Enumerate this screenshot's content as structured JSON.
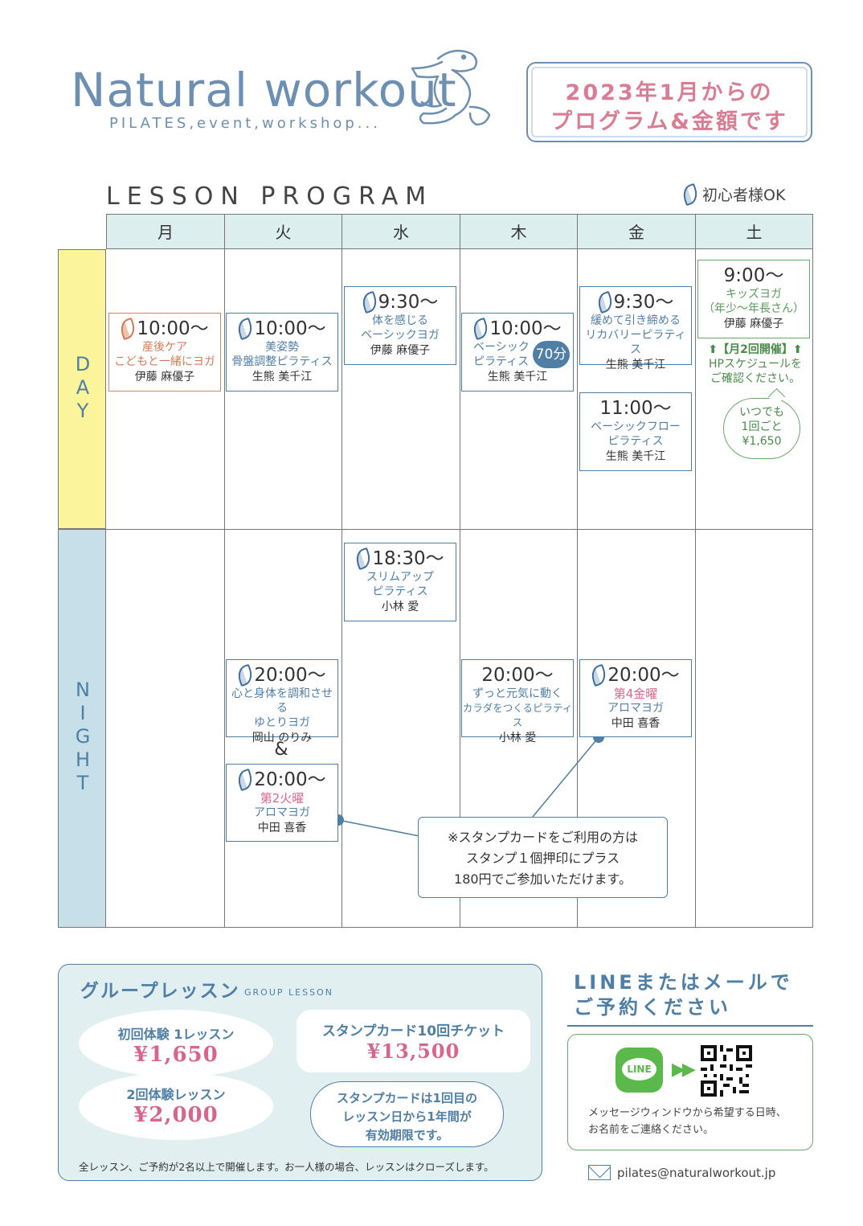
{
  "header": {
    "brand": "Natural workout",
    "tagline": "PILATES,event,workshop...",
    "notice_line1": "2023年1月からの",
    "notice_line2": "プログラム&金額です"
  },
  "program": {
    "title": "LESSON PROGRAM",
    "beginner_label": "初心者様OK",
    "days": [
      "月",
      "火",
      "水",
      "木",
      "金",
      "土"
    ],
    "day_label": [
      "D",
      "A",
      "Y"
    ],
    "night_label": [
      "N",
      "I",
      "G",
      "H",
      "T"
    ],
    "lessons": {
      "mon_day": {
        "time": "10:00〜",
        "title1": "産後ケア",
        "title2": "こどもと一緒にヨガ",
        "teacher": "伊藤 麻優子"
      },
      "tue_day": {
        "time": "10:00〜",
        "title1": "美姿勢",
        "title2": "骨盤調整ピラティス",
        "teacher": "生熊 美千江"
      },
      "wed_day": {
        "time": "9:30〜",
        "title1": "体を感じる",
        "title2": "ベーシックヨガ",
        "teacher": "伊藤 麻優子"
      },
      "thu_day": {
        "time": "10:00〜",
        "title1": "ベーシック",
        "title2": "ピラティス",
        "teacher": "生熊 美千江",
        "badge": "70分"
      },
      "fri_day1": {
        "time": "9:30〜",
        "title1": "緩めて引き締める",
        "title2": "リカバリーピラティス",
        "teacher": "生熊 美千江"
      },
      "fri_day2": {
        "time": "11:00〜",
        "title1": "ベーシックフロー",
        "title2": "ピラティス",
        "teacher": "生熊 美千江"
      },
      "sat_day": {
        "time": "9:00〜",
        "title1": "キッズヨガ",
        "title2": "（年少〜年長さん）",
        "teacher": "伊藤 麻優子"
      },
      "wed_night": {
        "time": "18:30〜",
        "title1": "スリムアップ",
        "title2": "ピラティス",
        "teacher": "小林 愛"
      },
      "tue_night1": {
        "time": "20:00〜",
        "title1": "心と身体を調和させる",
        "title2": "ゆとりヨガ",
        "teacher": "岡山 のりみ"
      },
      "tue_night2": {
        "time": "20:00〜",
        "title1": "第2火曜",
        "title2": "アロマヨガ",
        "teacher": "中田 喜香"
      },
      "thu_night": {
        "time": "20:00〜",
        "title1": "ずっと元気に動く",
        "title2": "カラダをつくるピラティス",
        "teacher": "小林 愛"
      },
      "fri_night": {
        "time": "20:00〜",
        "title1": "第4金曜",
        "title2": "アロマヨガ",
        "teacher": "中田 喜香"
      }
    },
    "amp": "&",
    "sat_note1": "⬆【月2回開催】⬆",
    "sat_note2": "HPスケジュールを",
    "sat_note3": "ご確認ください。",
    "sat_bubble1": "いつでも",
    "sat_bubble2": "1回ごと",
    "sat_bubble3": "¥1,650",
    "stamp_note1": "※スタンプカードをご利用の方は",
    "stamp_note2": "スタンプ１個押印にプラス",
    "stamp_note3": "180円でご参加いただけます。"
  },
  "group": {
    "title": "グループレッスン",
    "subtitle": "GROUP LESSON",
    "trial1_label": "初回体験 1レッスン",
    "trial1_price": "¥1,650",
    "trial2_label": "2回体験レッスン",
    "trial2_price": "¥2,000",
    "card_label": "スタンプカード10回チケット",
    "card_price": "¥13,500",
    "valid1": "スタンプカードは1回目の",
    "valid2": "レッスン日から1年間が",
    "valid3": "有効期限です。",
    "footnote": "全レッスン、ご予約が2名以上で開催します。お一人様の場合、レッスンはクローズします。"
  },
  "reserve": {
    "title1": "LINEまたはメールで",
    "title2": "ご予約ください",
    "line_label": "LINE",
    "arrow": "▶▶",
    "text1": "メッセージウィンドウから希望する日時、",
    "text2": "お名前をご連絡ください。",
    "email": "pilates@naturalworkout.jp"
  },
  "colors": {
    "accent": "#4f7fa5",
    "pink": "#d8668a",
    "day": "#fbf49a",
    "night": "#c6dfe9"
  }
}
